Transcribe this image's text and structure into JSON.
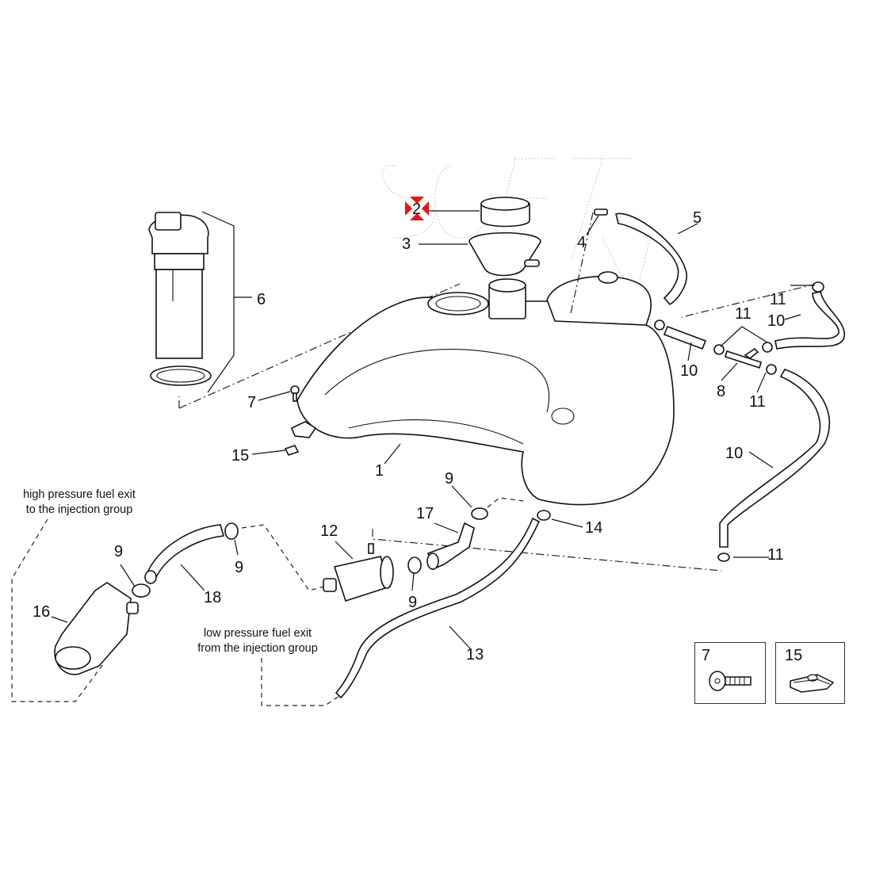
{
  "diagram": {
    "title": "Fuel tank exploded parts diagram",
    "watermark": "SOFT",
    "highlight_colors": {
      "yellow": "#ffff33",
      "cyan": "#33cccc",
      "selected_marker": "#ee1111"
    },
    "selected_part": "2",
    "callouts": [
      {
        "id": "c1",
        "number": "1",
        "highlight": "yellow"
      },
      {
        "id": "c2",
        "number": "2",
        "highlight": "yellow"
      },
      {
        "id": "c3",
        "number": "3",
        "highlight": "yellow"
      },
      {
        "id": "c4",
        "number": "4",
        "highlight": "yellow"
      },
      {
        "id": "c5",
        "number": "5",
        "highlight": "yellow"
      },
      {
        "id": "c6",
        "number": "6",
        "highlight": "yellow"
      },
      {
        "id": "c7",
        "number": "7",
        "highlight": "cyan"
      },
      {
        "id": "c8",
        "number": "8",
        "highlight": "yellow"
      },
      {
        "id": "c9a",
        "number": "9",
        "highlight": "cyan"
      },
      {
        "id": "c9b",
        "number": "9",
        "highlight": "cyan"
      },
      {
        "id": "c9c",
        "number": "9",
        "highlight": "cyan"
      },
      {
        "id": "c9d",
        "number": "9",
        "highlight": "cyan"
      },
      {
        "id": "c10a",
        "number": "10",
        "highlight": "cyan"
      },
      {
        "id": "c10b",
        "number": "10",
        "highlight": "cyan"
      },
      {
        "id": "c10c",
        "number": "10",
        "highlight": "cyan"
      },
      {
        "id": "c11a",
        "number": "11",
        "highlight": "cyan"
      },
      {
        "id": "c11b",
        "number": "11",
        "highlight": "cyan"
      },
      {
        "id": "c11c",
        "number": "11",
        "highlight": "cyan"
      },
      {
        "id": "c11d",
        "number": "11",
        "highlight": "cyan"
      },
      {
        "id": "c12",
        "number": "12",
        "highlight": "yellow"
      },
      {
        "id": "c13",
        "number": "13",
        "highlight": "yellow"
      },
      {
        "id": "c14",
        "number": "14",
        "highlight": "yellow"
      },
      {
        "id": "c15",
        "number": "15",
        "highlight": "cyan"
      },
      {
        "id": "c16",
        "number": "16",
        "highlight": "yellow"
      },
      {
        "id": "c17",
        "number": "17",
        "highlight": "yellow"
      },
      {
        "id": "c18",
        "number": "18",
        "highlight": "yellow"
      }
    ],
    "notes": {
      "high_pressure_line1": "high pressure fuel exit",
      "high_pressure_line2": "to the injection group",
      "low_pressure_line1": "low pressure fuel exit",
      "low_pressure_line2": "from the injection group"
    },
    "insets": [
      {
        "number": "7",
        "highlight": "cyan",
        "part": "screw"
      },
      {
        "number": "15",
        "highlight": "cyan",
        "part": "clip-nut"
      }
    ]
  }
}
